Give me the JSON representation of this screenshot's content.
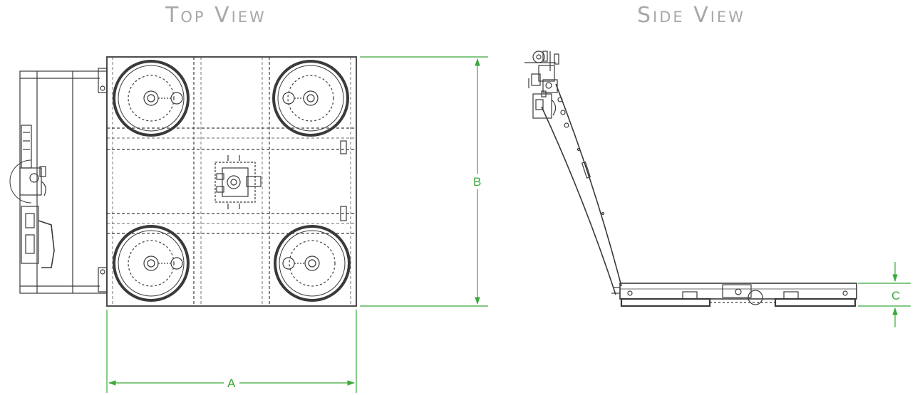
{
  "views": {
    "top": {
      "title": "Top View"
    },
    "side": {
      "title": "Side View"
    }
  },
  "dimensions": {
    "a": {
      "label": "A"
    },
    "b": {
      "label": "B"
    },
    "c": {
      "label": "C"
    }
  },
  "colors": {
    "dimension": "#3aa83a",
    "drawing": "#3a3a3a",
    "title": "#a8a8a8"
  }
}
